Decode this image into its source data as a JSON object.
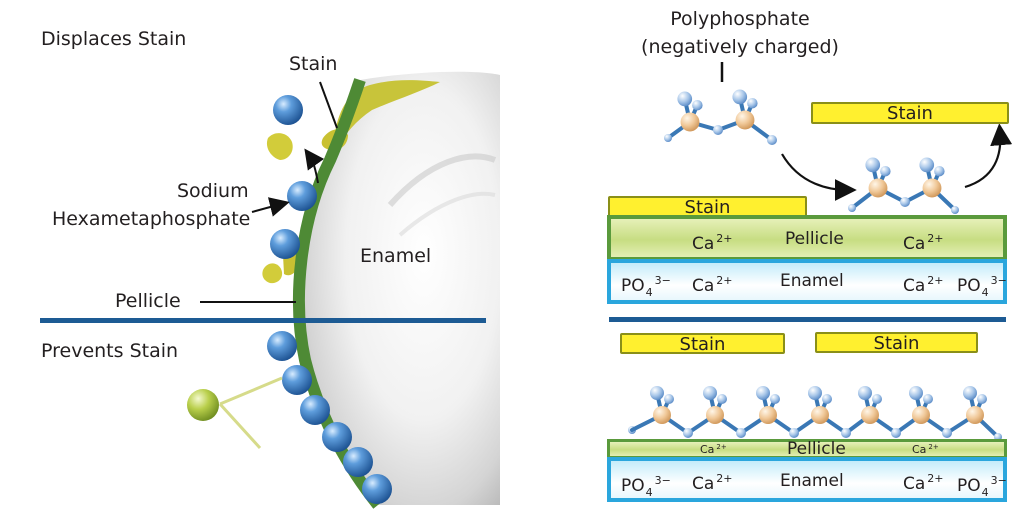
{
  "left_panel": {
    "top_title": "Displaces Stain",
    "bottom_title": "Prevents Stain",
    "stain_label": "Stain",
    "sodium_label_line1": "Sodium",
    "sodium_label_line2": "Hexametaphosphate",
    "enamel_label": "Enamel",
    "pellicle_label": "Pellicle"
  },
  "right_panel": {
    "polyphosphate_line1": "Polyphosphate",
    "polyphosphate_line2": "(negatively charged)",
    "top": {
      "floating_stain": "Stain",
      "surface_stain": "Stain",
      "pellicle_label": "Pellicle",
      "enamel_label": "Enamel",
      "ca": "Ca",
      "ca_charge": "2+",
      "po": "PO",
      "po_sub": "4",
      "po_charge": "3−"
    },
    "bottom": {
      "stain_left": "Stain",
      "stain_right": "Stain",
      "pellicle_label": "Pellicle",
      "enamel_label": "Enamel",
      "ca": "Ca",
      "ca_charge": "2+",
      "po": "PO",
      "po_sub": "4",
      "po_charge": "3−"
    }
  },
  "colors": {
    "divider": "#1d5b94",
    "enamel_border": "#2aa6dd",
    "pellicle_border": "#5a9a3c",
    "stain_fill": "#fff02f",
    "sphere_blue": "#2e6fb5",
    "sphere_green": "#a8c23a"
  }
}
